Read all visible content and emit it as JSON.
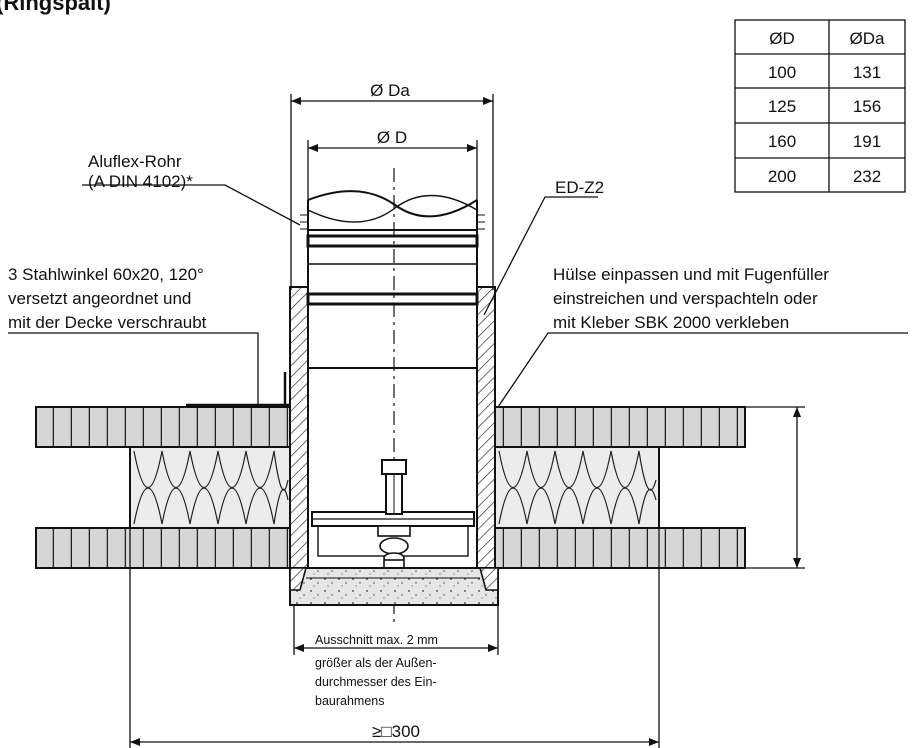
{
  "title_fragment": "(Ringspalt)",
  "dimensions": {
    "outer_diameter": "Ø Da",
    "inner_diameter": "Ø D",
    "opening_size": "≥□300"
  },
  "labels": {
    "aluflex_line1": "Aluflex-Rohr",
    "aluflex_line2": "(A DIN 4102)*",
    "edz2": "ED-Z2",
    "stahl_line1": "3 Stahlwinkel 60x20, 120°",
    "stahl_line2": "versetzt angeordnet und",
    "stahl_line3": "mit der Decke verschraubt",
    "huelse_line1": "Hülse einpassen und mit Fugenfüller",
    "huelse_line2": "einstreichen und verspachteln oder",
    "huelse_line3": "mit Kleber SBK 2000 verkleben",
    "cutout_line1": "Ausschnitt max. 2 mm",
    "cutout_line2": "größer als der Außen-",
    "cutout_line3": "durchmesser des Ein-",
    "cutout_line4": "baurahmens"
  },
  "table": {
    "headers": [
      "ØD",
      "ØDa"
    ],
    "rows": [
      [
        "100",
        "131"
      ],
      [
        "125",
        "156"
      ],
      [
        "160",
        "191"
      ],
      [
        "200",
        "232"
      ]
    ]
  }
}
